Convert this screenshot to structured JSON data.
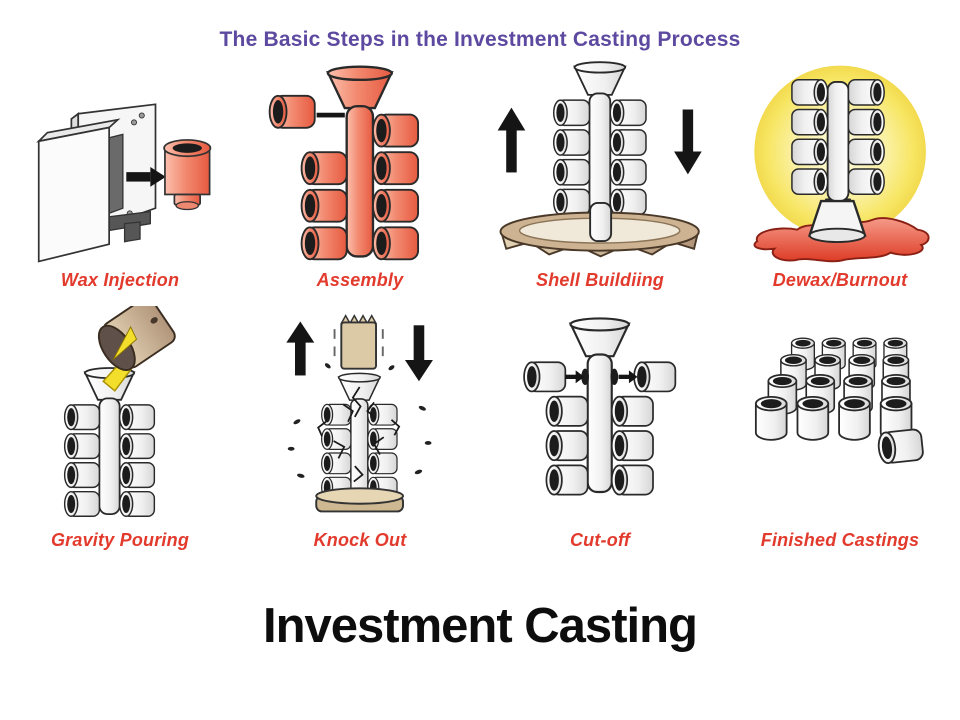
{
  "slide": {
    "header_title": "The Basic Steps in the Investment Casting Process",
    "footer_title": "Investment Casting"
  },
  "steps": [
    {
      "label": "Wax Injection",
      "illustration": "wax-injection-diagram"
    },
    {
      "label": "Assembly",
      "illustration": "wax-pattern-tree-diagram"
    },
    {
      "label": "Shell Buildiing",
      "illustration": "slurry-dipping-diagram"
    },
    {
      "label": "Dewax/Burnout",
      "illustration": "furnace-dewax-diagram"
    },
    {
      "label": "Gravity Pouring",
      "illustration": "ladle-pouring-diagram"
    },
    {
      "label": "Knock Out",
      "illustration": "shell-knockout-diagram"
    },
    {
      "label": "Cut-off",
      "illustration": "casting-cutoff-diagram"
    },
    {
      "label": "Finished Castings",
      "illustration": "finished-castings-diagram"
    }
  ],
  "colors": {
    "title_purple": "#5d4aa0",
    "label_red": "#e23a2c",
    "footer_black": "#0d0d0d",
    "wax_salmon": "#ef7a63",
    "ceramic_white": "#f2f2f2",
    "slurry_tan": "#cdb392",
    "glow_yellow": "#f8ec8c",
    "molten_yellow": "#f4de2c",
    "wax_puddle_red": "#e8563f"
  }
}
